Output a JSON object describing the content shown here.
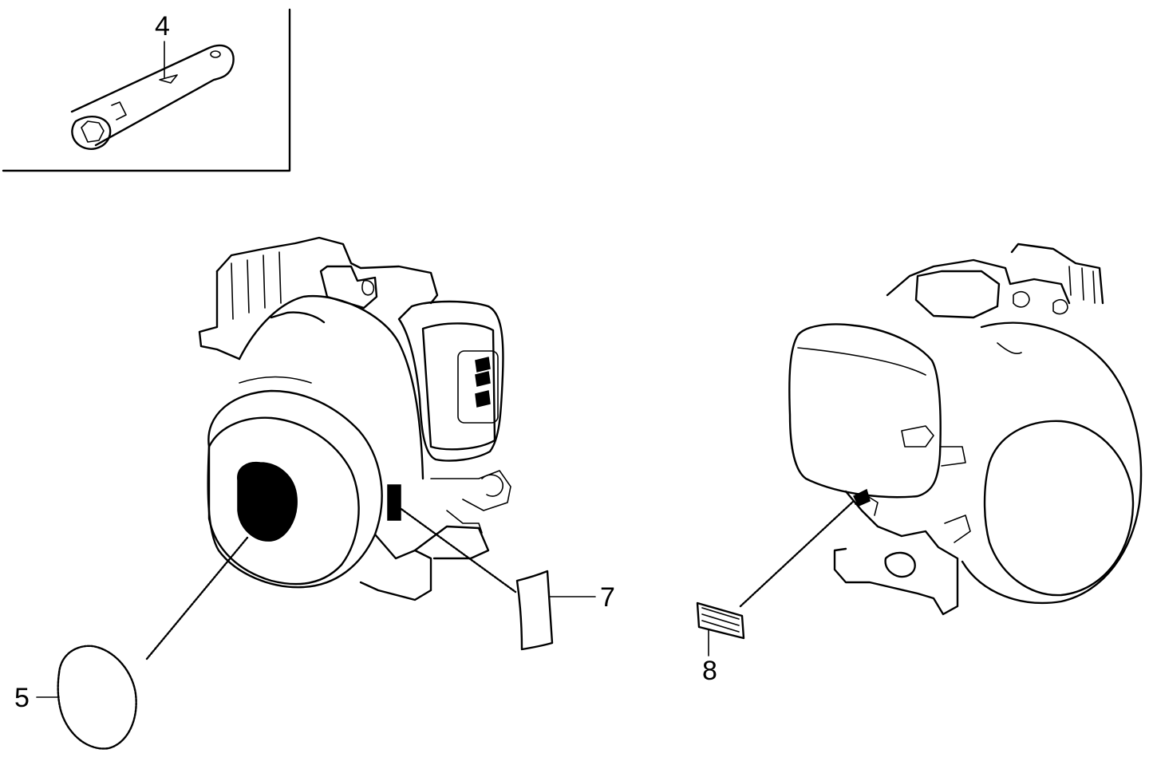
{
  "callouts": {
    "part_4": "4",
    "part_5": "5",
    "part_7": "7",
    "part_8": "8"
  },
  "colors": {
    "line": "#000000",
    "background": "#ffffff"
  }
}
